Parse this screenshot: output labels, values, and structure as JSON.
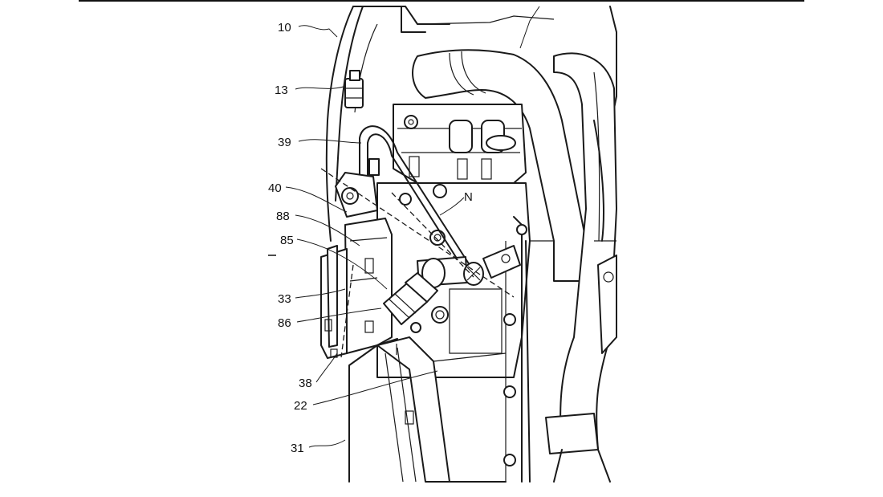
{
  "figure": {
    "labels": {
      "l10": "10",
      "l13": "13",
      "l39": "39",
      "l40": "40",
      "l88": "88",
      "l85": "85",
      "l33": "33",
      "l86": "86",
      "l38": "38",
      "l22": "22",
      "l31": "31",
      "lN": "N"
    }
  }
}
